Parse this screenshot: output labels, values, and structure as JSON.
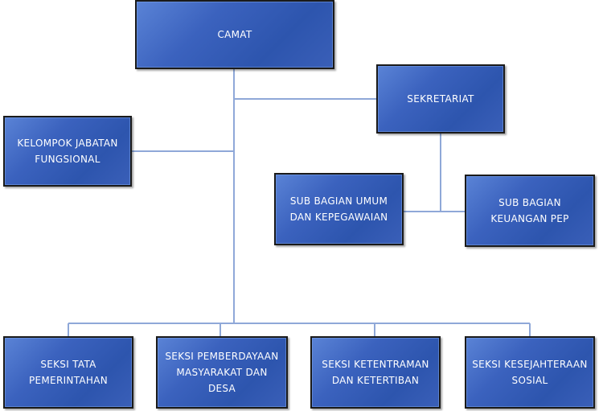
{
  "org_chart": {
    "camat": "CAMAT",
    "sekretariat": "SEKRETARIAT",
    "kelompok": "KELOMPOK JABATAN\nFUNGSIONAL",
    "sub_umum": "SUB BAGIAN UMUM\nDAN KEPEGAWAIAN",
    "sub_keuangan": "SUB BAGIAN\nKEUANGAN PEP",
    "seksi_tata": "SEKSI TATA\nPEMERINTAHAN",
    "seksi_pemberdayaan": "SEKSI PEMBERDAYAAN\nMASYARAKAT DAN\nDESA",
    "seksi_ketentraman": "SEKSI KETENTRAMAN\nDAN KETERTIBAN",
    "seksi_kesejahteraan": "SEKSI KESEJAHTERAAN\nSOSIAL"
  },
  "colors": {
    "box_fill": "#3b62be",
    "connector": "#8fa8d8"
  }
}
